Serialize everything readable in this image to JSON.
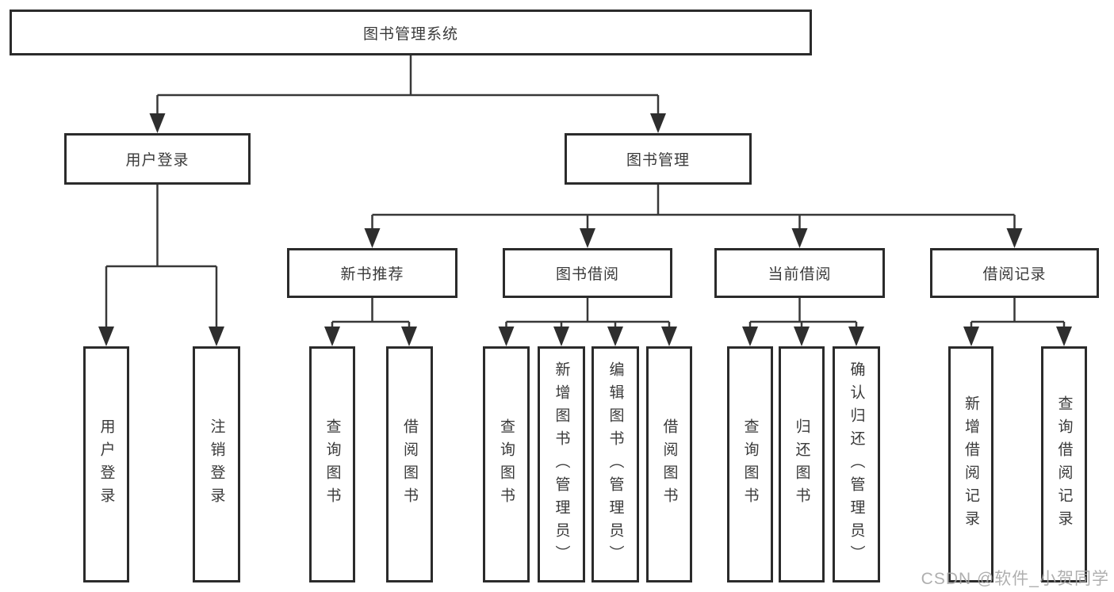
{
  "tree": {
    "root": {
      "label": "图书管理系统"
    },
    "level2": [
      {
        "label": "用户登录"
      },
      {
        "label": "图书管理"
      }
    ],
    "level3": [
      {
        "label": "新书推荐",
        "parent": "图书管理"
      },
      {
        "label": "图书借阅",
        "parent": "图书管理"
      },
      {
        "label": "当前借阅",
        "parent": "图书管理"
      },
      {
        "label": "借阅记录",
        "parent": "图书管理"
      }
    ],
    "leaves": [
      {
        "label": "用户登录",
        "parent": "用户登录"
      },
      {
        "label": "注销登录",
        "parent": "用户登录"
      },
      {
        "label": "查询图书",
        "parent": "新书推荐"
      },
      {
        "label": "借阅图书",
        "parent": "新书推荐"
      },
      {
        "label": "查询图书",
        "parent": "图书借阅"
      },
      {
        "label": "新增图书（管理员）",
        "parent": "图书借阅"
      },
      {
        "label": "编辑图书（管理员）",
        "parent": "图书借阅"
      },
      {
        "label": "借阅图书",
        "parent": "图书借阅"
      },
      {
        "label": "查询图书",
        "parent": "当前借阅"
      },
      {
        "label": "归还图书",
        "parent": "当前借阅"
      },
      {
        "label": "确认归还（管理员）",
        "parent": "当前借阅"
      },
      {
        "label": "新增借阅记录",
        "parent": "借阅记录"
      },
      {
        "label": "查询借阅记录",
        "parent": "借阅记录"
      }
    ]
  },
  "watermark": {
    "text": "CSDN @软件_小贺同学"
  },
  "colors": {
    "background": "#ffffff",
    "box_border": "#2b2b2b",
    "line": "#383838",
    "text": "#3a3a3a",
    "watermark": "#a4a4a4"
  }
}
